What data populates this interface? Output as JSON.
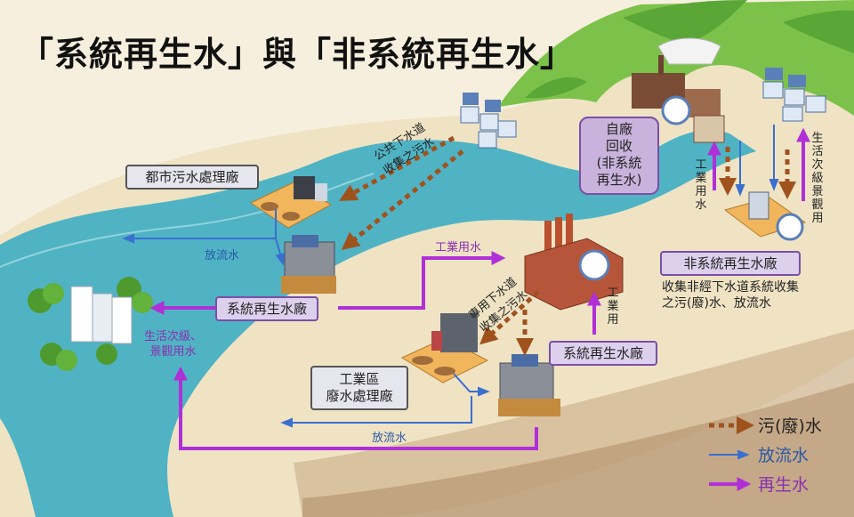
{
  "title": "「系統再生水」與「非系統再生水」",
  "facilities": {
    "urban_sewage_plant": "都市污水處理廠",
    "system_reclaimed_plant_left": "系統再生水廠",
    "industrial_wastewater_plant": [
      "工業區",
      "廢水處理廠"
    ],
    "system_reclaimed_plant_right": "系統再生水廠",
    "self_recovery": [
      "自廠",
      "回收",
      "(非系統",
      "再生水)"
    ],
    "non_system_plant": "非系統再生水廠"
  },
  "labels": {
    "public_sewer": [
      "公共下水道",
      "收集之污水"
    ],
    "dedicated_sewer": [
      "專用下水道",
      "收集之污水"
    ],
    "discharge_top": "放流水",
    "discharge_bottom": "放流水",
    "industrial_water_h": "工業用水",
    "living_landscape": [
      "生活次級、",
      "景觀用水"
    ],
    "industrial_use_mid": "工業用",
    "industrial_water_v": "工業用水",
    "living_landscape_v": "生活次級景觀用",
    "non_system_desc": [
      "收集非經下水道系統收集",
      "之污(廢)水、放流水"
    ]
  },
  "legend": {
    "sewage": "污(廢)水",
    "discharge": "放流水",
    "reclaimed": "再生水"
  },
  "colors": {
    "sewage_arrow": "#a0521d",
    "discharge_arrow": "#3a6fd0",
    "reclaimed_arrow": "#b030d8",
    "river": "#4fb3c4",
    "land": "#efe3c4",
    "hill": "#7cc24a"
  }
}
